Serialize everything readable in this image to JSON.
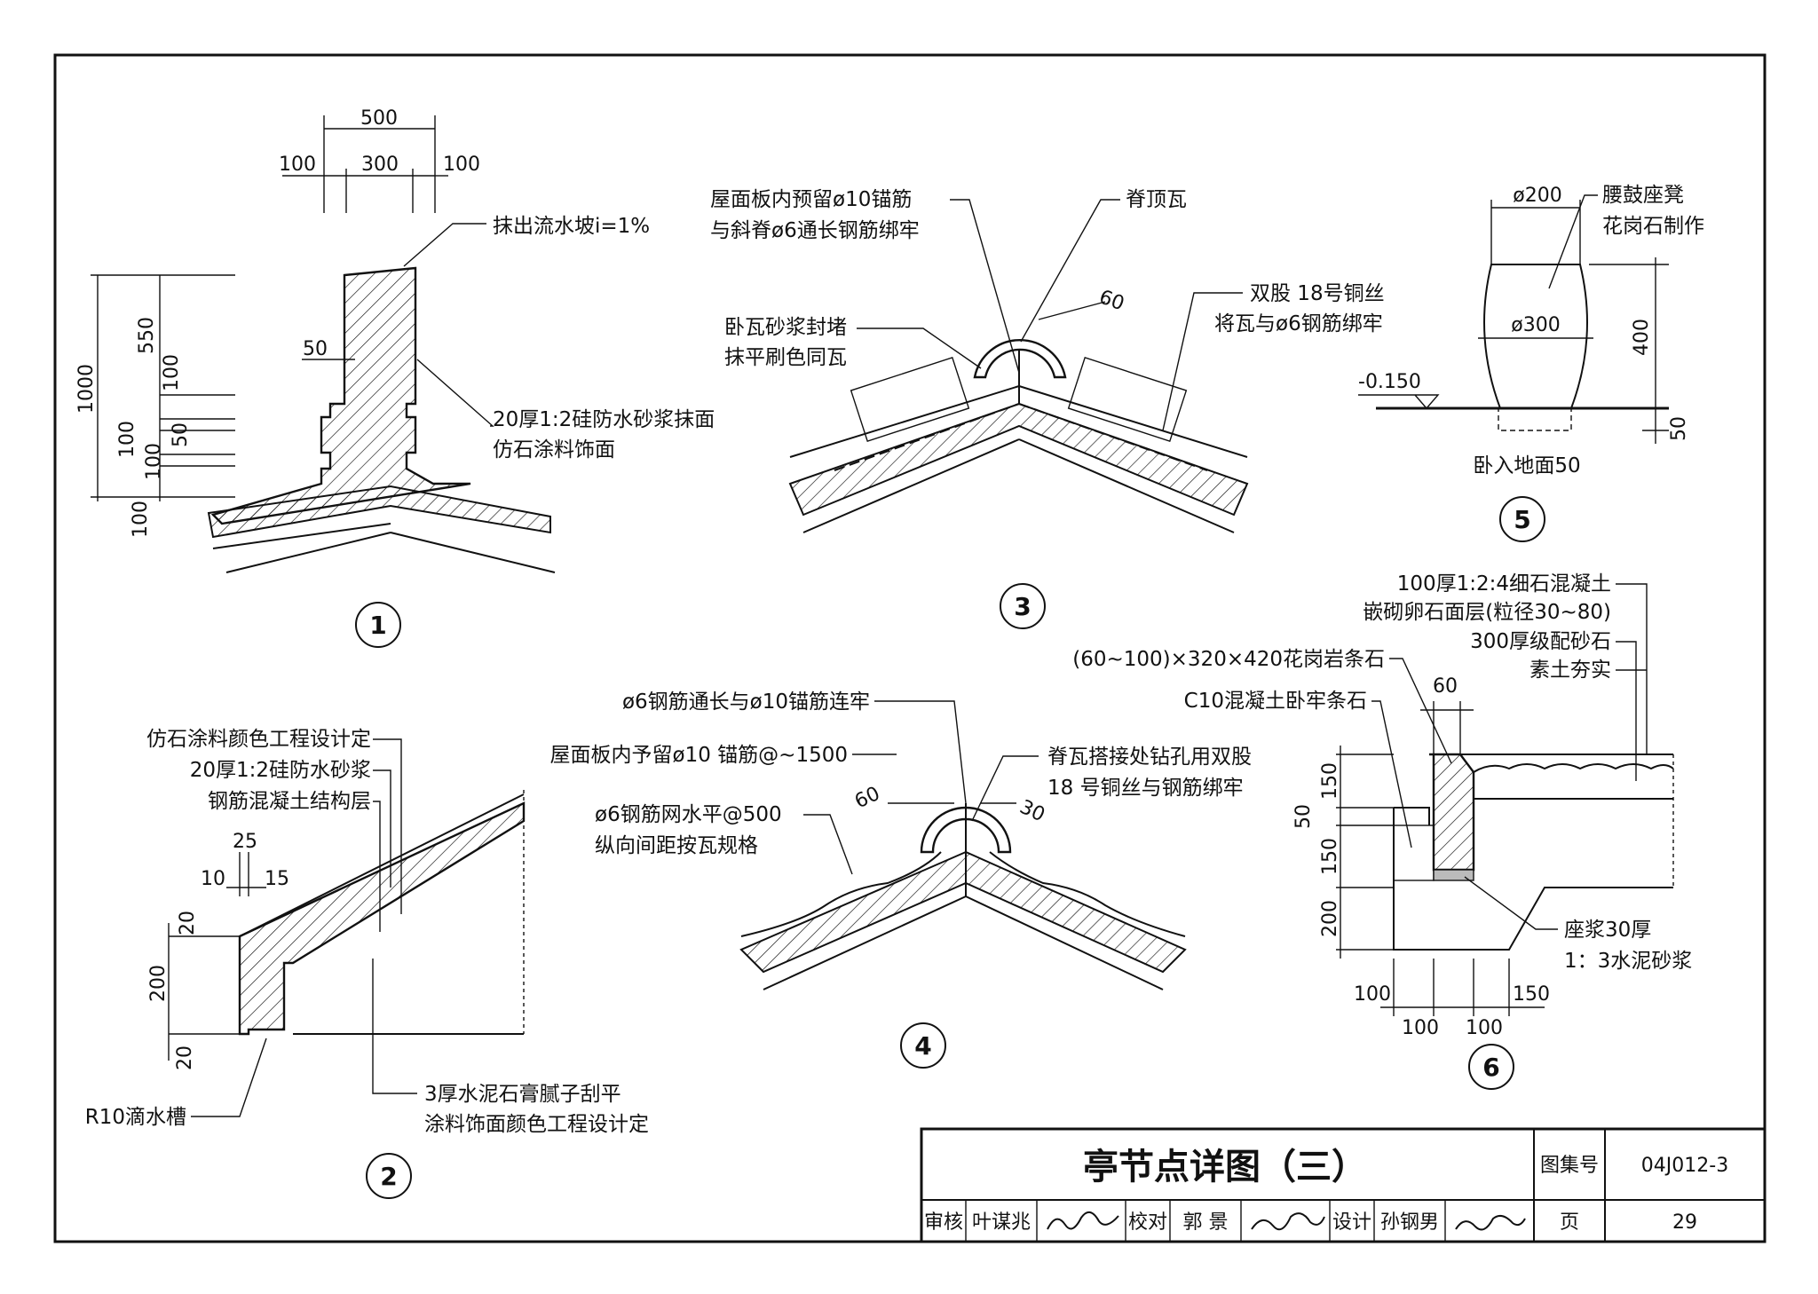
{
  "title_block": {
    "title": "亭节点详图（三）",
    "atlas_label": "图集号",
    "atlas_no": "04J012-3",
    "page_label": "页",
    "page_no": "29",
    "review_label": "审核",
    "review_name": "叶谋兆",
    "check_label": "校对",
    "check_name": "郭 景",
    "design_label": "设计",
    "design_name": "孙钢男"
  },
  "detail1": {
    "number": "1",
    "dims_top": [
      "500",
      "100",
      "300",
      "100"
    ],
    "dims_left": [
      "1000",
      "550",
      "100",
      "100",
      "50",
      "100",
      "100"
    ],
    "dim_50": "50",
    "note_slope": "抹出流水坡i=1%",
    "note_finish": [
      "20厚1:2硅防水砂浆抹面",
      "仿石涂料饰面"
    ]
  },
  "detail2": {
    "number": "2",
    "notes_top": [
      "仿石涂料颜色工程设计定",
      "20厚1:2硅防水砂浆",
      "钢筋混凝土结构层"
    ],
    "dims": [
      "25",
      "10",
      "15",
      "20",
      "200",
      "20"
    ],
    "note_drip": "R10滴水槽",
    "note_bottom": [
      "3厚水泥石膏腻子刮平",
      "涂料饰面颜色工程设计定"
    ]
  },
  "detail3": {
    "number": "3",
    "note_anchor": [
      "屋面板内预留ø10锚筋",
      "与斜脊ø6通长钢筋绑牢"
    ],
    "note_ridge": "脊顶瓦",
    "note_mortar": [
      "卧瓦砂浆封堵",
      "抹平刷色同瓦"
    ],
    "dim": "60",
    "note_wire": [
      "双股 18号铜丝",
      "将瓦与ø6钢筋绑牢"
    ]
  },
  "detail4": {
    "number": "4",
    "note_rebar": "ø6钢筋通长与ø10锚筋连牢",
    "note_anchor": "屋面板内予留ø10 锚筋@~1500",
    "note_mesh": [
      "ø6钢筋网水平@500",
      "纵向间距按瓦规格"
    ],
    "note_lap": [
      "脊瓦搭接处钻孔用双股",
      "18 号铜丝与钢筋绑牢"
    ],
    "dims": [
      "60",
      "30"
    ]
  },
  "detail5": {
    "number": "5",
    "dim_top": "ø200",
    "dim_mid": "ø300",
    "dim_h": "400",
    "dim_base": "50",
    "level": "-0.150",
    "note": [
      "腰鼓座凳",
      "花岗石制作"
    ],
    "note_bottom": "卧入地面50"
  },
  "detail6": {
    "number": "6",
    "notes_right": [
      "100厚1:2:4细石混凝土",
      "嵌砌卵石面层(粒径30~80)",
      "300厚级配砂石",
      "素土夯实"
    ],
    "note_stone": "(60~100)×320×420花岗岩条石",
    "note_concrete": "C10混凝土卧牢条石",
    "dim_60": "60",
    "dims_left": [
      "150",
      "50",
      "150",
      "200"
    ],
    "dims_bottom": [
      "100",
      "100",
      "100",
      "150"
    ],
    "note_mortar": [
      "座浆30厚",
      "1：3水泥砂浆"
    ]
  }
}
